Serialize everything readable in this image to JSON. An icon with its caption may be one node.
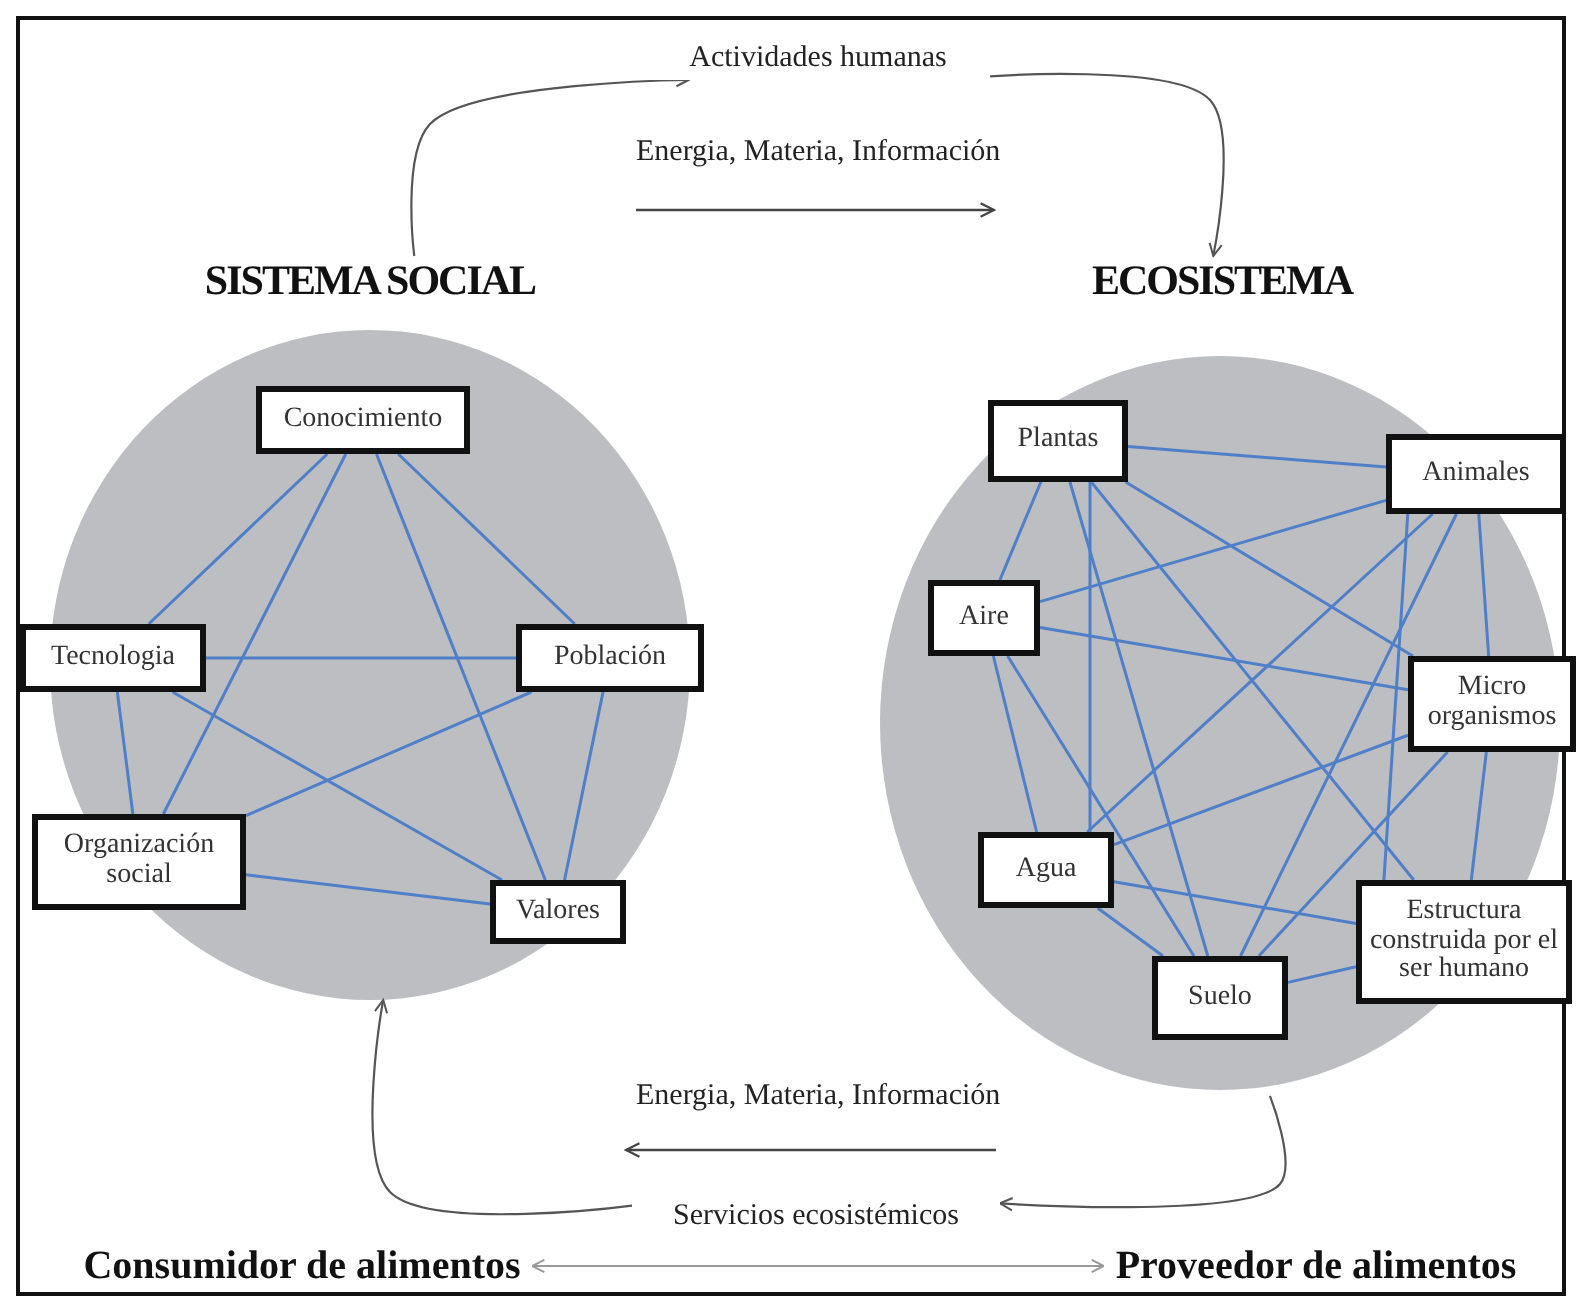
{
  "diagram": {
    "nodes": [
      {
        "text": [
          "SISTEMA SOCIAL"
        ]
      },
      {
        "text": [
          "Conocimiento"
        ],
        "in": 0
      },
      {
        "text": [
          "Tecnologia"
        ],
        "in": 0
      },
      {
        "text": [
          "Población"
        ],
        "in": 0
      },
      {
        "text": [
          "Organización social"
        ],
        "in": 0
      },
      {
        "text": [
          "Valores"
        ],
        "in": 0
      },
      {
        "text": [
          "ECOSISTEMA"
        ]
      },
      {
        "text": [
          "Plantas"
        ],
        "in": 6
      },
      {
        "text": [
          "Animales"
        ],
        "in": 6
      },
      {
        "text": [
          "Aire"
        ],
        "in": 6
      },
      {
        "text": [
          "Micro organismos"
        ],
        "in": 6
      },
      {
        "text": [
          "Agua"
        ],
        "in": 6
      },
      {
        "text": [
          "Estructura construida por el ser humano"
        ],
        "in": 6
      },
      {
        "text": [
          "Suelo"
        ],
        "in": 6
      },
      {
        "text": [
          "Actividades humanas"
        ]
      },
      {
        "text": [
          "Servicios ecosistémicos"
        ]
      },
      {
        "text": [
          "Consumidor de alimentos"
        ]
      },
      {
        "text": [
          "Proveedor de alimentos"
        ]
      }
    ],
    "edges": [
      {
        "from": 1,
        "to": 2,
        "arrow": "none"
      },
      {
        "from": 1,
        "to": 4,
        "arrow": "none"
      },
      {
        "from": 1,
        "to": 5,
        "arrow": "none"
      },
      {
        "from": 1,
        "to": 3,
        "arrow": "none"
      },
      {
        "from": 2,
        "to": 3,
        "arrow": "none"
      },
      {
        "from": 2,
        "to": 4,
        "arrow": "none"
      },
      {
        "from": 2,
        "to": 5,
        "arrow": "none"
      },
      {
        "from": 3,
        "to": 4,
        "arrow": "none"
      },
      {
        "from": 3,
        "to": 5,
        "arrow": "none"
      },
      {
        "from": 4,
        "to": 5,
        "arrow": "none"
      },
      {
        "from": 7,
        "to": 8,
        "arrow": "none"
      },
      {
        "from": 7,
        "to": 9,
        "arrow": "none"
      },
      {
        "from": 7,
        "to": 11,
        "arrow": "none"
      },
      {
        "from": 7,
        "to": 13,
        "arrow": "none"
      },
      {
        "from": 7,
        "to": 10,
        "arrow": "none"
      },
      {
        "from": 7,
        "to": 12,
        "arrow": "none"
      },
      {
        "from": 8,
        "to": 9,
        "arrow": "none"
      },
      {
        "from": 8,
        "to": 11,
        "arrow": "none"
      },
      {
        "from": 8,
        "to": 13,
        "arrow": "none"
      },
      {
        "from": 8,
        "to": 12,
        "arrow": "none"
      },
      {
        "from": 8,
        "to": 10,
        "arrow": "none"
      },
      {
        "from": 9,
        "to": 10,
        "arrow": "none"
      },
      {
        "from": 9,
        "to": 11,
        "arrow": "none"
      },
      {
        "from": 9,
        "to": 13,
        "arrow": "none"
      },
      {
        "from": 10,
        "to": 11,
        "arrow": "none"
      },
      {
        "from": 10,
        "to": 13,
        "arrow": "none"
      },
      {
        "from": 10,
        "to": 12,
        "arrow": "none"
      },
      {
        "from": 11,
        "to": 12,
        "arrow": "none"
      },
      {
        "from": 11,
        "to": 13,
        "arrow": "none"
      },
      {
        "from": 13,
        "to": 12,
        "arrow": "none"
      },
      {
        "from": 0,
        "to": 14,
        "arrow": "to",
        "color": "#555555"
      },
      {
        "from": 14,
        "to": 6,
        "arrow": "to",
        "color": "#555555"
      },
      {
        "from": 6,
        "to": 15,
        "arrow": "to",
        "color": "#555555"
      },
      {
        "from": 15,
        "to": 0,
        "arrow": "to",
        "color": "#555555"
      },
      {
        "from": 16,
        "to": 17,
        "arrow": "both",
        "color": "#999999"
      }
    ],
    "labels": [
      "Energia, Materia, Información",
      "Energia, Materia, Información"
    ]
  }
}
